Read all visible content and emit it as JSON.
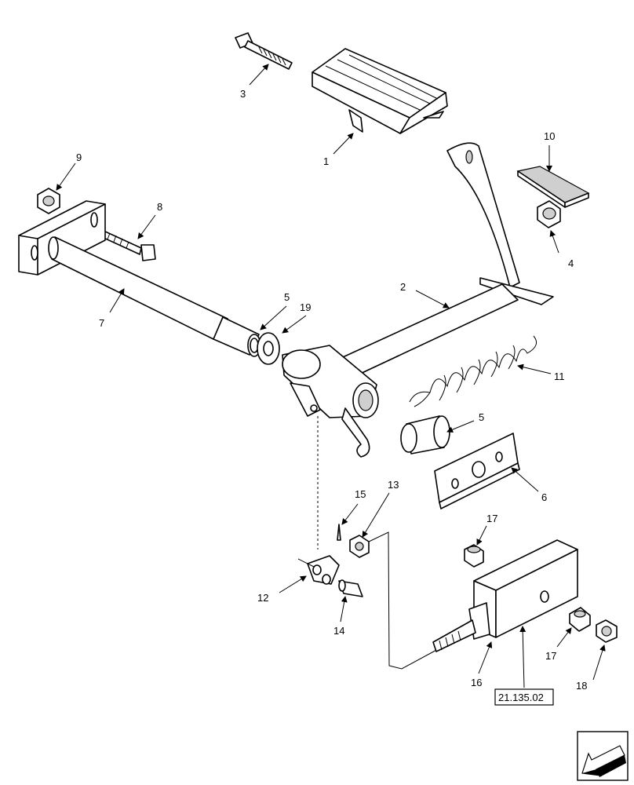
{
  "callouts": {
    "c1": "1",
    "c2": "2",
    "c3": "3",
    "c4": "4",
    "c5a": "5",
    "c5b": "5",
    "c6": "6",
    "c7": "7",
    "c8": "8",
    "c9": "9",
    "c10": "10",
    "c11": "11",
    "c12": "12",
    "c13": "13",
    "c14": "14",
    "c15": "15",
    "c16": "16",
    "c17a": "17",
    "c17b": "17",
    "c18": "18",
    "c19": "19"
  },
  "reference_box": "21.135.02",
  "nav_icon": "arrow-back-icon"
}
